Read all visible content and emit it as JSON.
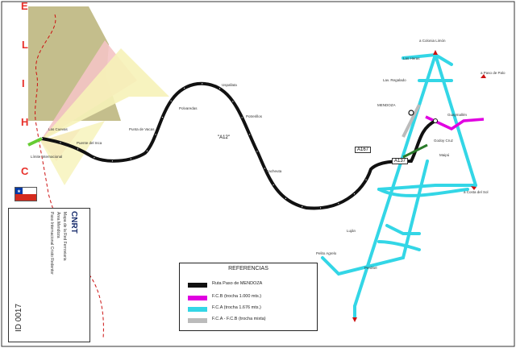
{
  "country_letters": [
    "E",
    "L",
    "I",
    "H",
    "C"
  ],
  "legend": {
    "title": "REFERENCIAS",
    "items": [
      {
        "label": "Ruta Paso de MENDOZA",
        "color": "#111111"
      },
      {
        "label": "F.C.B (trocha 1.000 mts.)",
        "color": "#e000e0"
      },
      {
        "label": "F.C.A (trocha 1.676 mts.)",
        "color": "#33d6e6"
      },
      {
        "label": "F.C.A - F.C.B (trocha mixta)",
        "color": "#bbbbbb"
      }
    ]
  },
  "route_label": "\"A12\"",
  "route_label_2": "A167",
  "route_label_3": "A137",
  "place_labels": [
    "a Colonia Limón",
    "a Paso de Palo",
    "Las Heras",
    "Lav. Regalado",
    "MENDOZA",
    "Guaymallén",
    "Godoy Cruz",
    "Maipú",
    "Luján",
    "Pelito Agrelo",
    "Perdriel",
    "a Costa del Sol",
    "Uspallata",
    "Potrerillos",
    "Cacheuta",
    "Polvaredas",
    "Punta de Vacas",
    "Puente del Inca",
    "Las Cuevas",
    "Límite Internacional"
  ],
  "sidebar": {
    "title": "CNRT",
    "lines": [
      "Mapa de la Red Ferroviaria",
      "Área Mendoza",
      "Paso Internacional Cristo Redentor"
    ],
    "doc_number": "ID 0017"
  },
  "colors": {
    "route": "#111111",
    "fcb": "#e000e0",
    "fca": "#33d6e6",
    "mixed": "#bbbbbb",
    "chile_land": "#c4be8c",
    "pink_zone": "#f4c4c4",
    "yellow_zone": "#f6f2b8",
    "border_dashed": "#cc1111"
  }
}
